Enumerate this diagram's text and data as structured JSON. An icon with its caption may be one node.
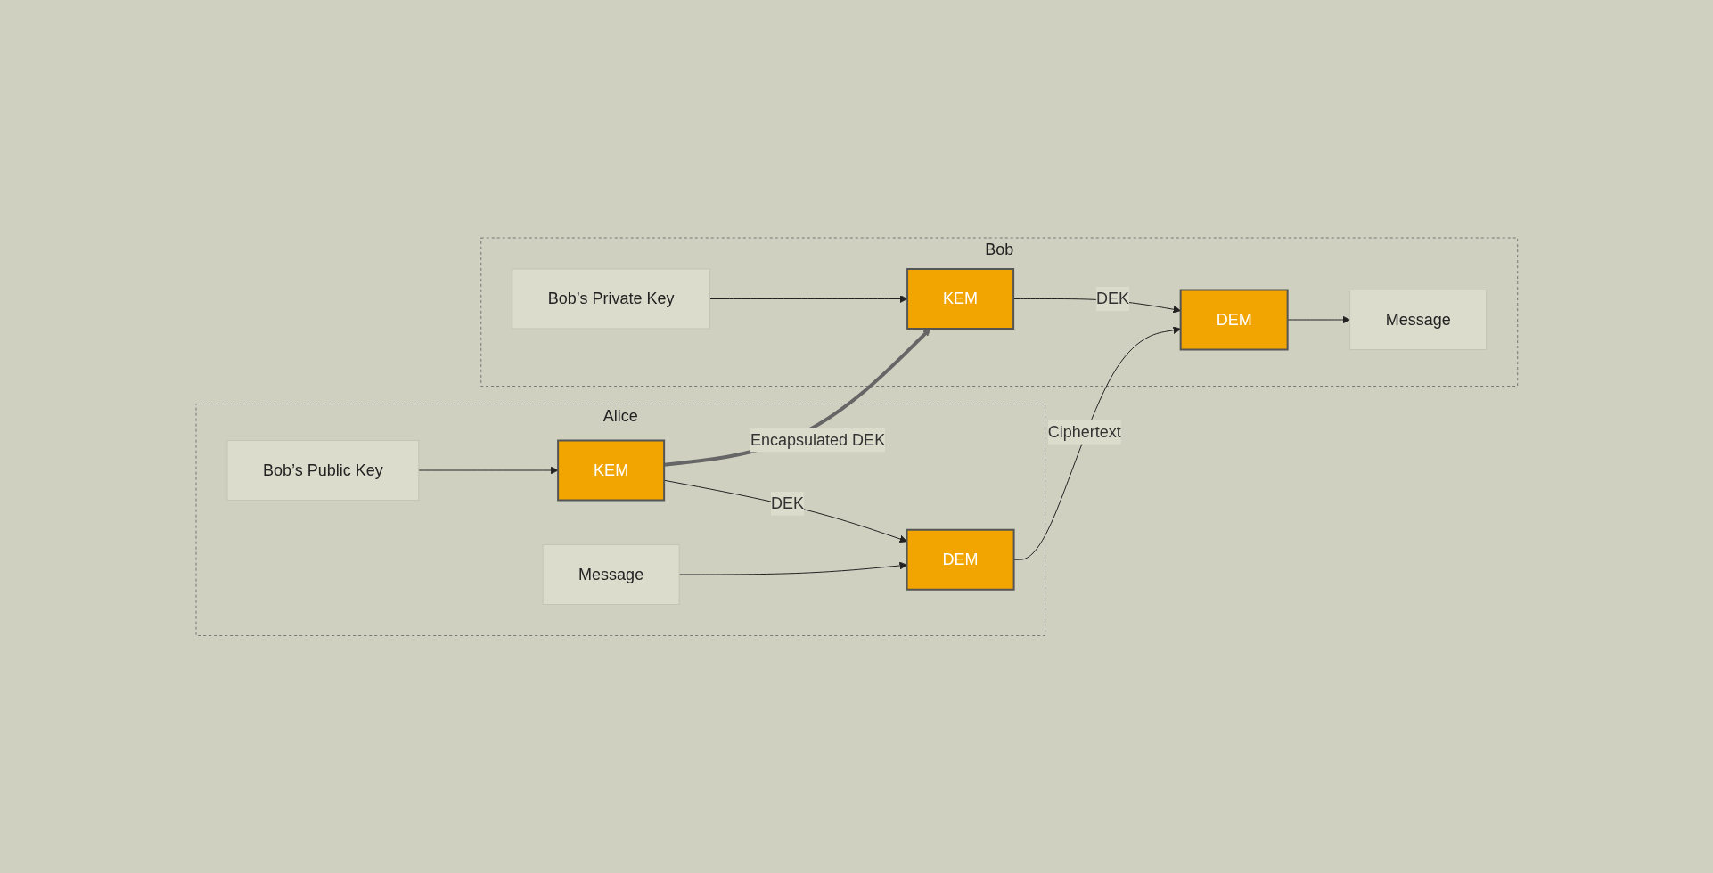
{
  "diagram": {
    "nodes": [
      {
        "text": [
          "Alice"
        ]
      },
      {
        "text": [
          "Bob’s Public Key"
        ],
        "in": 0
      },
      {
        "text": [
          "KEM"
        ],
        "in": 0
      },
      {
        "text": [
          "Message"
        ],
        "in": 0
      },
      {
        "text": [
          "DEM"
        ],
        "in": 0
      },
      {
        "text": [
          "Bob"
        ]
      },
      {
        "text": [
          "Bob’s Private Key"
        ],
        "in": 5
      },
      {
        "text": [
          "KEM"
        ],
        "in": 5
      },
      {
        "text": [
          "DEM"
        ],
        "in": 5
      },
      {
        "text": [
          "Message"
        ],
        "in": 5
      }
    ],
    "edges": [
      {
        "from": 1,
        "to": 2,
        "arrow": "to"
      },
      {
        "from": 2,
        "to": 4,
        "arrow": "to",
        "label": "DEK"
      },
      {
        "from": 3,
        "to": 4,
        "arrow": "to"
      },
      {
        "from": 2,
        "to": 7,
        "arrow": "to",
        "label": "Encapsulated DEK",
        "style": "thick",
        "color": "#666666"
      },
      {
        "from": 4,
        "to": 8,
        "arrow": "to",
        "label": "Ciphertext"
      },
      {
        "from": 6,
        "to": 7,
        "arrow": "to"
      },
      {
        "from": 7,
        "to": 8,
        "arrow": "to",
        "label": "DEK"
      },
      {
        "from": 8,
        "to": 9,
        "arrow": "to"
      }
    ]
  }
}
